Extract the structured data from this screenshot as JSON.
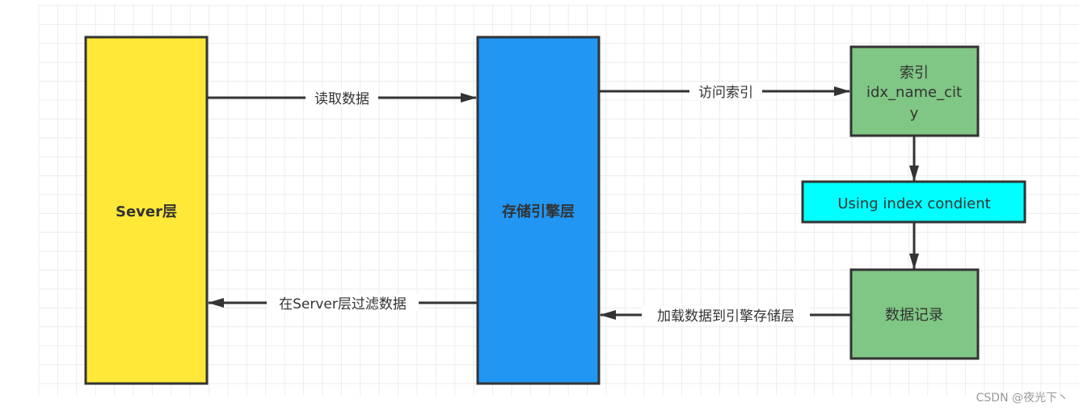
{
  "nodes": {
    "server": {
      "label": "Sever层",
      "color": "#FFE838"
    },
    "storage": {
      "label": "存储引擎层",
      "color": "#2196F3"
    },
    "index": {
      "line1": "索引",
      "line2": "idx_name_cit",
      "line3": "y",
      "color": "#80C684"
    },
    "condition": {
      "label": "Using index condient",
      "color": "#00FFFF"
    },
    "records": {
      "label": "数据记录",
      "color": "#80C684"
    }
  },
  "edges": {
    "read": "读取数据",
    "access_index": "访问索引",
    "filter": "在Server层过滤数据",
    "load": "加载数据到引擎存储层"
  },
  "watermark": "CSDN @夜光下丶"
}
